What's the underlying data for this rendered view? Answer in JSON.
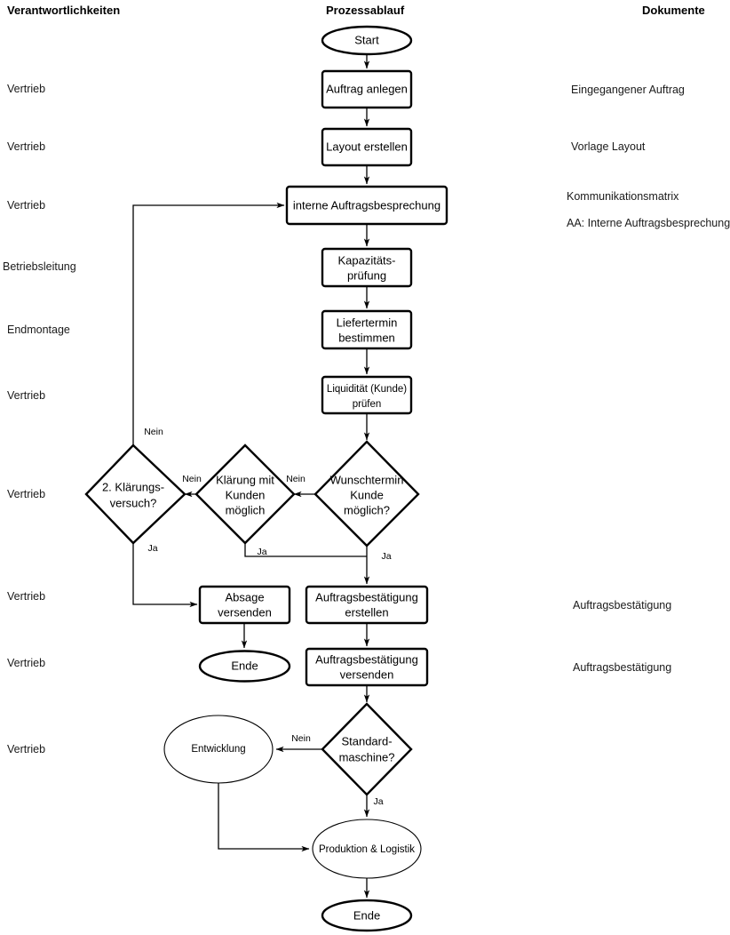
{
  "headers": {
    "responsibilities": "Verantwortlichkeiten",
    "process": "Prozessablauf",
    "documents": "Dokumente"
  },
  "responsibilities": [
    {
      "label": "Vertrieb"
    },
    {
      "label": "Vertrieb"
    },
    {
      "label": "Vertrieb"
    },
    {
      "label": "Betriebsleitung"
    },
    {
      "label": "Endmontage"
    },
    {
      "label": "Vertrieb"
    },
    {
      "label": "Vertrieb"
    },
    {
      "label": "Vertrieb"
    },
    {
      "label": "Vertrieb"
    },
    {
      "label": "Vertrieb"
    }
  ],
  "documents": [
    {
      "label": "Eingegangener Auftrag"
    },
    {
      "label": "Vorlage Layout"
    },
    {
      "label": "Kommunikationsmatrix"
    },
    {
      "label": "AA: Interne Auftragsbesprechung"
    },
    {
      "label": "Auftragsbestätigung"
    },
    {
      "label": "Auftragsbestätigung"
    }
  ],
  "nodes": {
    "start": "Start",
    "auftrag_anlegen": "Auftrag anlegen",
    "layout_erstellen": "Layout erstellen",
    "interne_besprechung": "interne Auftragsbesprechung",
    "kapazitaet_1": "Kapazitäts-",
    "kapazitaet_2": "prüfung",
    "liefertermin_1": "Liefertermin",
    "liefertermin_2": "bestimmen",
    "liquiditaet_1": "Liquidität (Kunde)",
    "liquiditaet_2": "prüfen",
    "wunschtermin_1": "Wunschtermin",
    "wunschtermin_2": "Kunde",
    "wunschtermin_3": "möglich?",
    "klaerung_1": "Klärung mit",
    "klaerung_2": "Kunden",
    "klaerung_3": "möglich",
    "zweiter_versuch_1": "2. Klärungs-",
    "zweiter_versuch_2": "versuch?",
    "absage_1": "Absage",
    "absage_2": "versenden",
    "ende_absage": "Ende",
    "ab_erstellen_1": "Auftragsbestätigung",
    "ab_erstellen_2": "erstellen",
    "ab_versenden_1": "Auftragsbestätigung",
    "ab_versenden_2": "versenden",
    "standardmaschine_1": "Standard-",
    "standardmaschine_2": "maschine?",
    "entwicklung": "Entwicklung",
    "produktion": "Produktion & Logistik",
    "ende_final": "Ende"
  },
  "edge_labels": {
    "nein_wunschtermin": "Nein",
    "nein_klaerung": "Nein",
    "nein_zweiter": "Nein",
    "ja_wunschtermin": "Ja",
    "ja_klaerung": "Ja",
    "ja_zweiter": "Ja",
    "nein_standard": "Nein",
    "ja_standard": "Ja"
  },
  "colors": {
    "stroke": "#000000",
    "fill": "#ffffff",
    "text": "#000000"
  }
}
